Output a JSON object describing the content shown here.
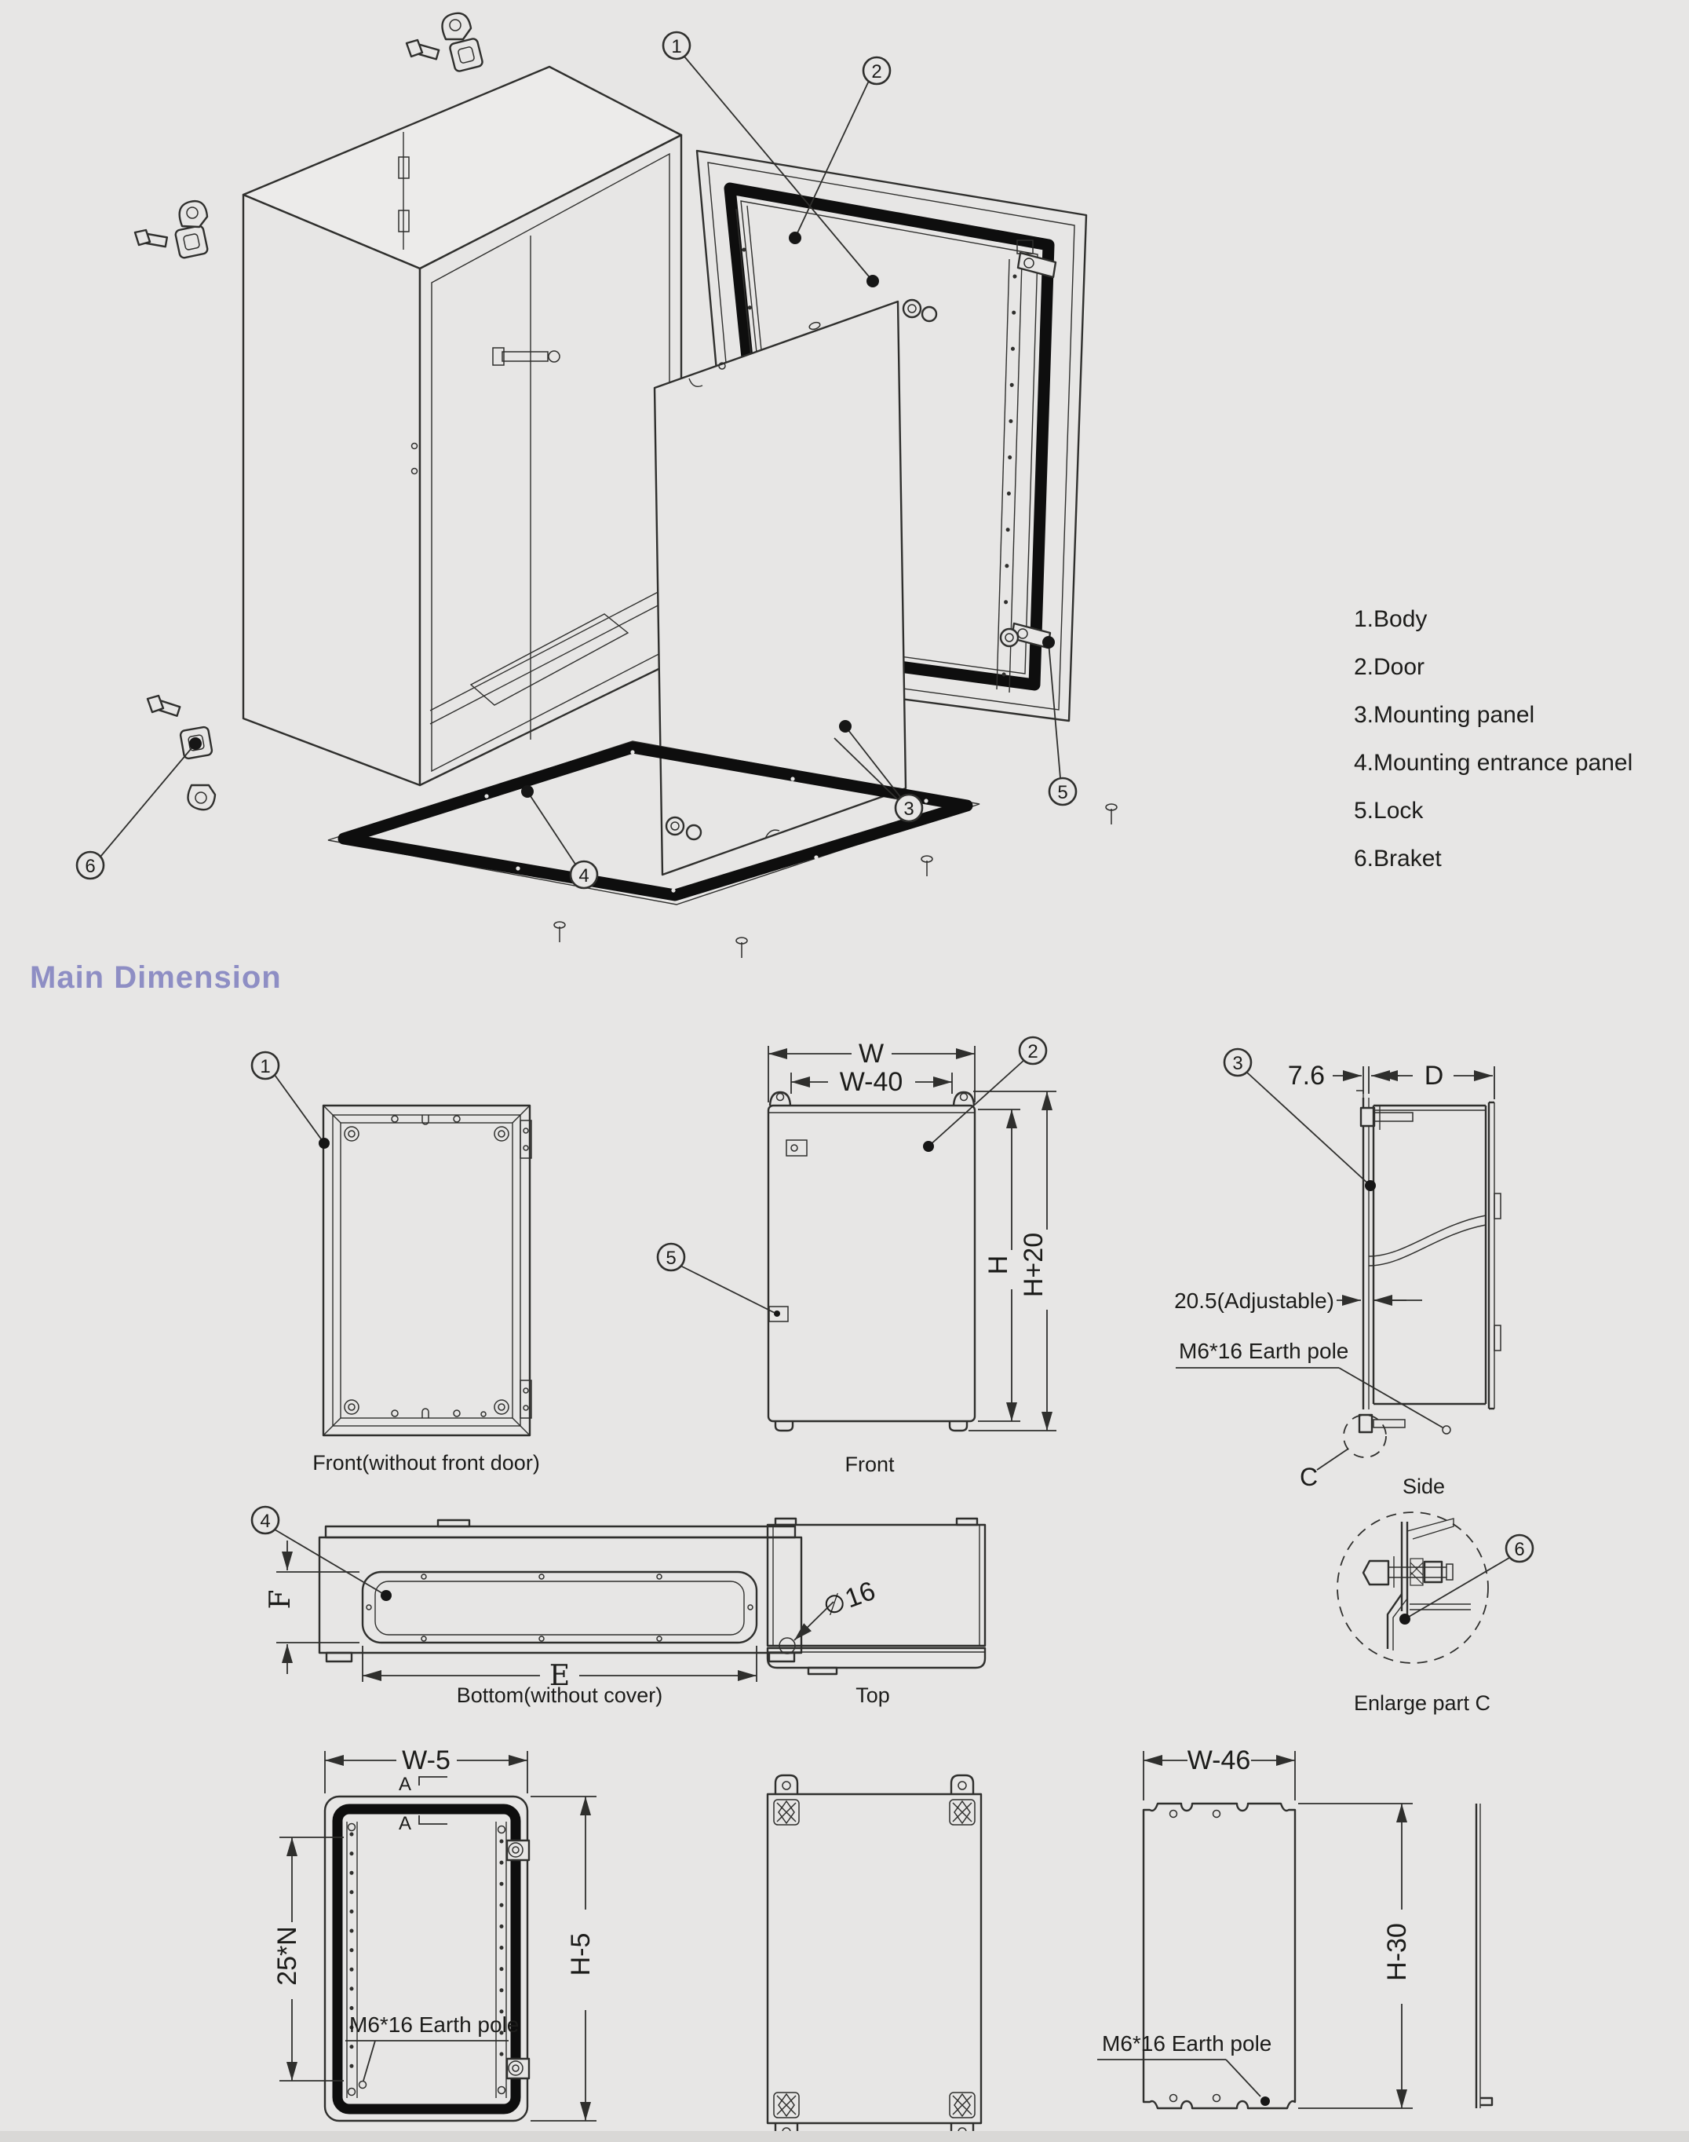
{
  "page": {
    "background_color": "#e7e6e5",
    "line_color": "#2f2f2d",
    "gasket_color": "#0e0e0e",
    "accent_color": "#8e8ec4",
    "bottom_edge_color": "#d9d8d6"
  },
  "heading": {
    "title": "Main Dimension"
  },
  "exploded": {
    "parts": [
      "1.Body",
      "2.Door",
      "3.Mounting panel",
      "4.Mounting entrance panel",
      "5.Lock",
      "6.Braket"
    ],
    "callouts": {
      "c1": "1",
      "c2": "2",
      "c3": "3",
      "c4": "4",
      "c5": "5",
      "c6": "6"
    }
  },
  "views": {
    "front_no_door": {
      "caption": "Front(without front door)"
    },
    "front": {
      "caption": "Front",
      "dim_w": "W",
      "dim_w40": "W-40",
      "dim_h": "H",
      "dim_h20": "H+20"
    },
    "side": {
      "caption": "Side",
      "dim_gap": "7.6",
      "dim_d": "D",
      "dim_adj": "20.5(Adjustable)",
      "earth": "M6*16 Earth pole",
      "detail": "C"
    },
    "bottom": {
      "caption": "Bottom(without cover)",
      "dim_f": "F",
      "dim_e": "E",
      "dia_symbol": "∅",
      "dim_dia": "16"
    },
    "top": {
      "caption": "Top"
    },
    "enlarge": {
      "caption": "Enlarge part C"
    },
    "door_inside": {
      "dim_w5": "W-5",
      "dim_25n": "25*N",
      "dim_h5": "H-5",
      "earth": "M6*16 Earth pole",
      "section": "A"
    },
    "panel": {
      "dim_w46": "W-46",
      "dim_h30": "H-30",
      "earth": "M6*16 Earth pole"
    }
  }
}
